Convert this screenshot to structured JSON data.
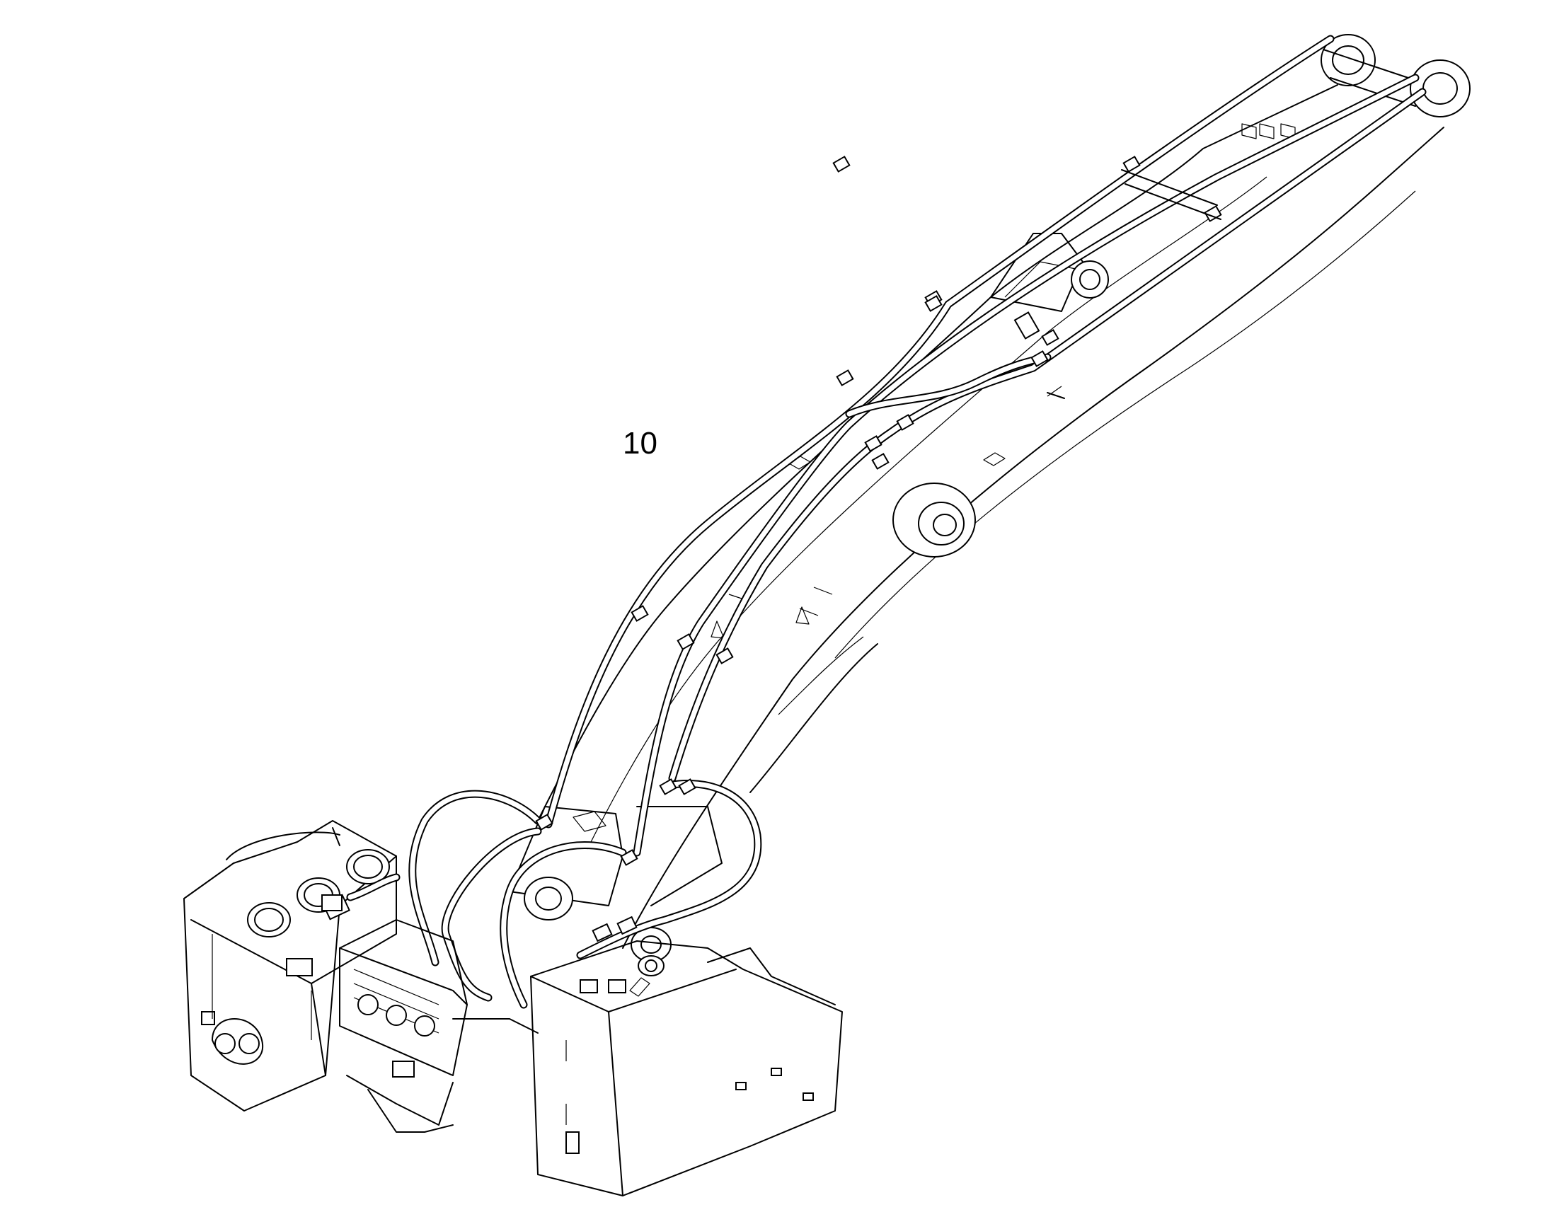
{
  "callout": {
    "label": "10"
  },
  "components": [
    "boom-structure",
    "hydraulic-hose-lines",
    "hose-clamps",
    "boom-foot-pivot",
    "boom-cylinder-mount",
    "control-valve-block",
    "hydraulic-tank",
    "upper-frame-section"
  ]
}
